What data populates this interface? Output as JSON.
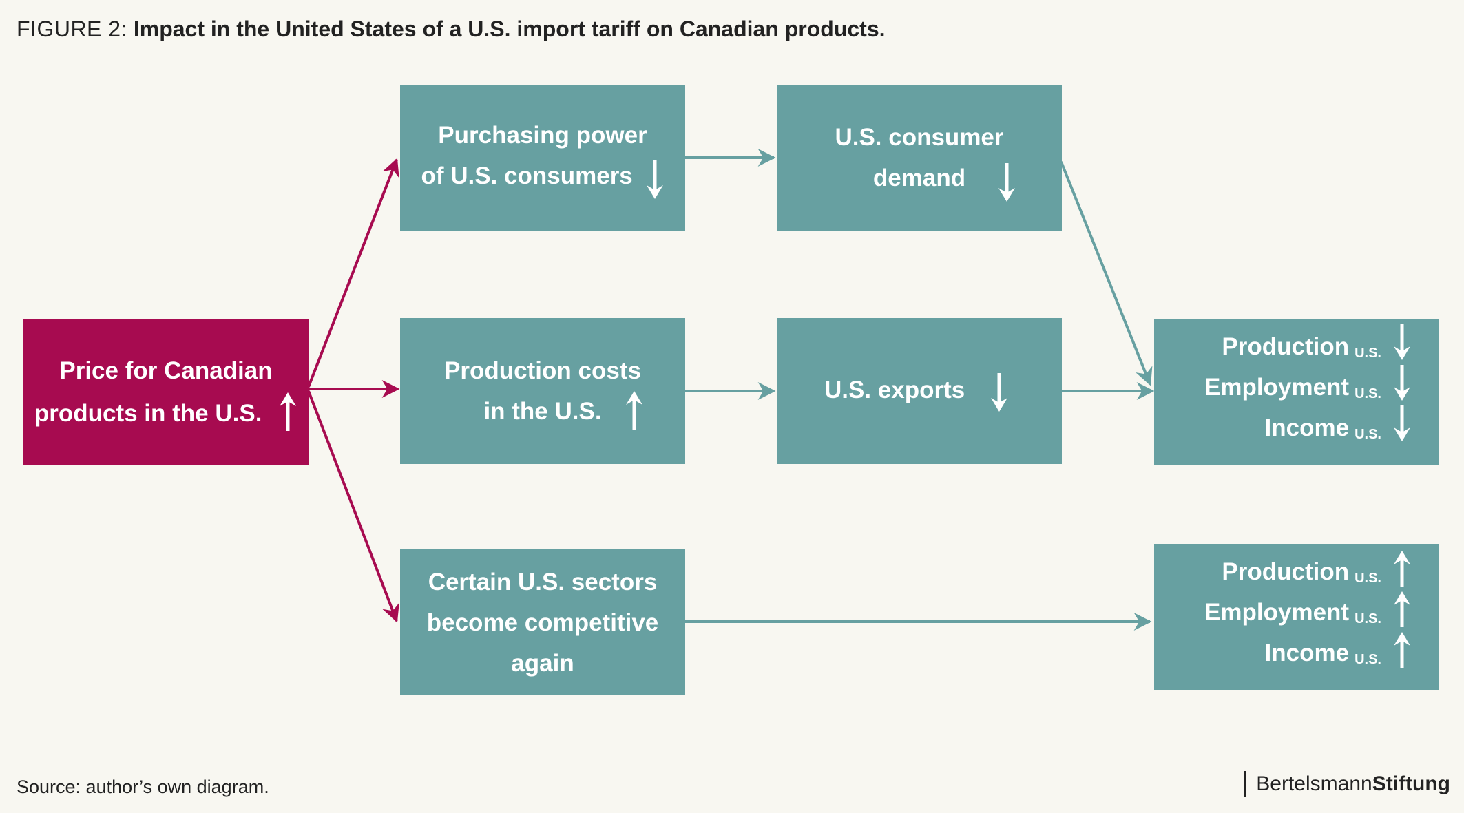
{
  "title": {
    "prefix": "FIGURE 2:",
    "text": "Impact in the United States of a U.S. import tariff on Canadian products."
  },
  "boxes": {
    "price": {
      "line1": "Price for Canadian",
      "line2": "products in the U.S.",
      "direction": "up"
    },
    "purchasing": {
      "line1": "Purchasing power",
      "line2": "of U.S. consumers",
      "direction": "down"
    },
    "demand": {
      "line1": "U.S. consumer",
      "line2": "demand",
      "direction": "down"
    },
    "costs": {
      "line1": "Production costs",
      "line2": "in the U.S.",
      "direction": "up"
    },
    "exports": {
      "line1": "U.S. exports",
      "direction": "down"
    },
    "sectors": {
      "line1": "Certain U.S. sectors",
      "line2": "become competitive",
      "line3": "again"
    }
  },
  "outcomes": {
    "negative": [
      {
        "label": "Production",
        "sub": "U.S.",
        "direction": "down"
      },
      {
        "label": "Employment",
        "sub": "U.S.",
        "direction": "down"
      },
      {
        "label": "Income",
        "sub": "U.S.",
        "direction": "down"
      }
    ],
    "positive": [
      {
        "label": "Production",
        "sub": "U.S.",
        "direction": "up"
      },
      {
        "label": "Employment",
        "sub": "U.S.",
        "direction": "up"
      },
      {
        "label": "Income",
        "sub": "U.S.",
        "direction": "up"
      }
    ]
  },
  "footer": {
    "source": "Source: author’s own diagram.",
    "brand_light": "Bertelsmann",
    "brand_bold": "Stiftung"
  },
  "colors": {
    "teal": "#67a0a1",
    "magenta": "#a70b50",
    "background": "#f8f7f1"
  }
}
